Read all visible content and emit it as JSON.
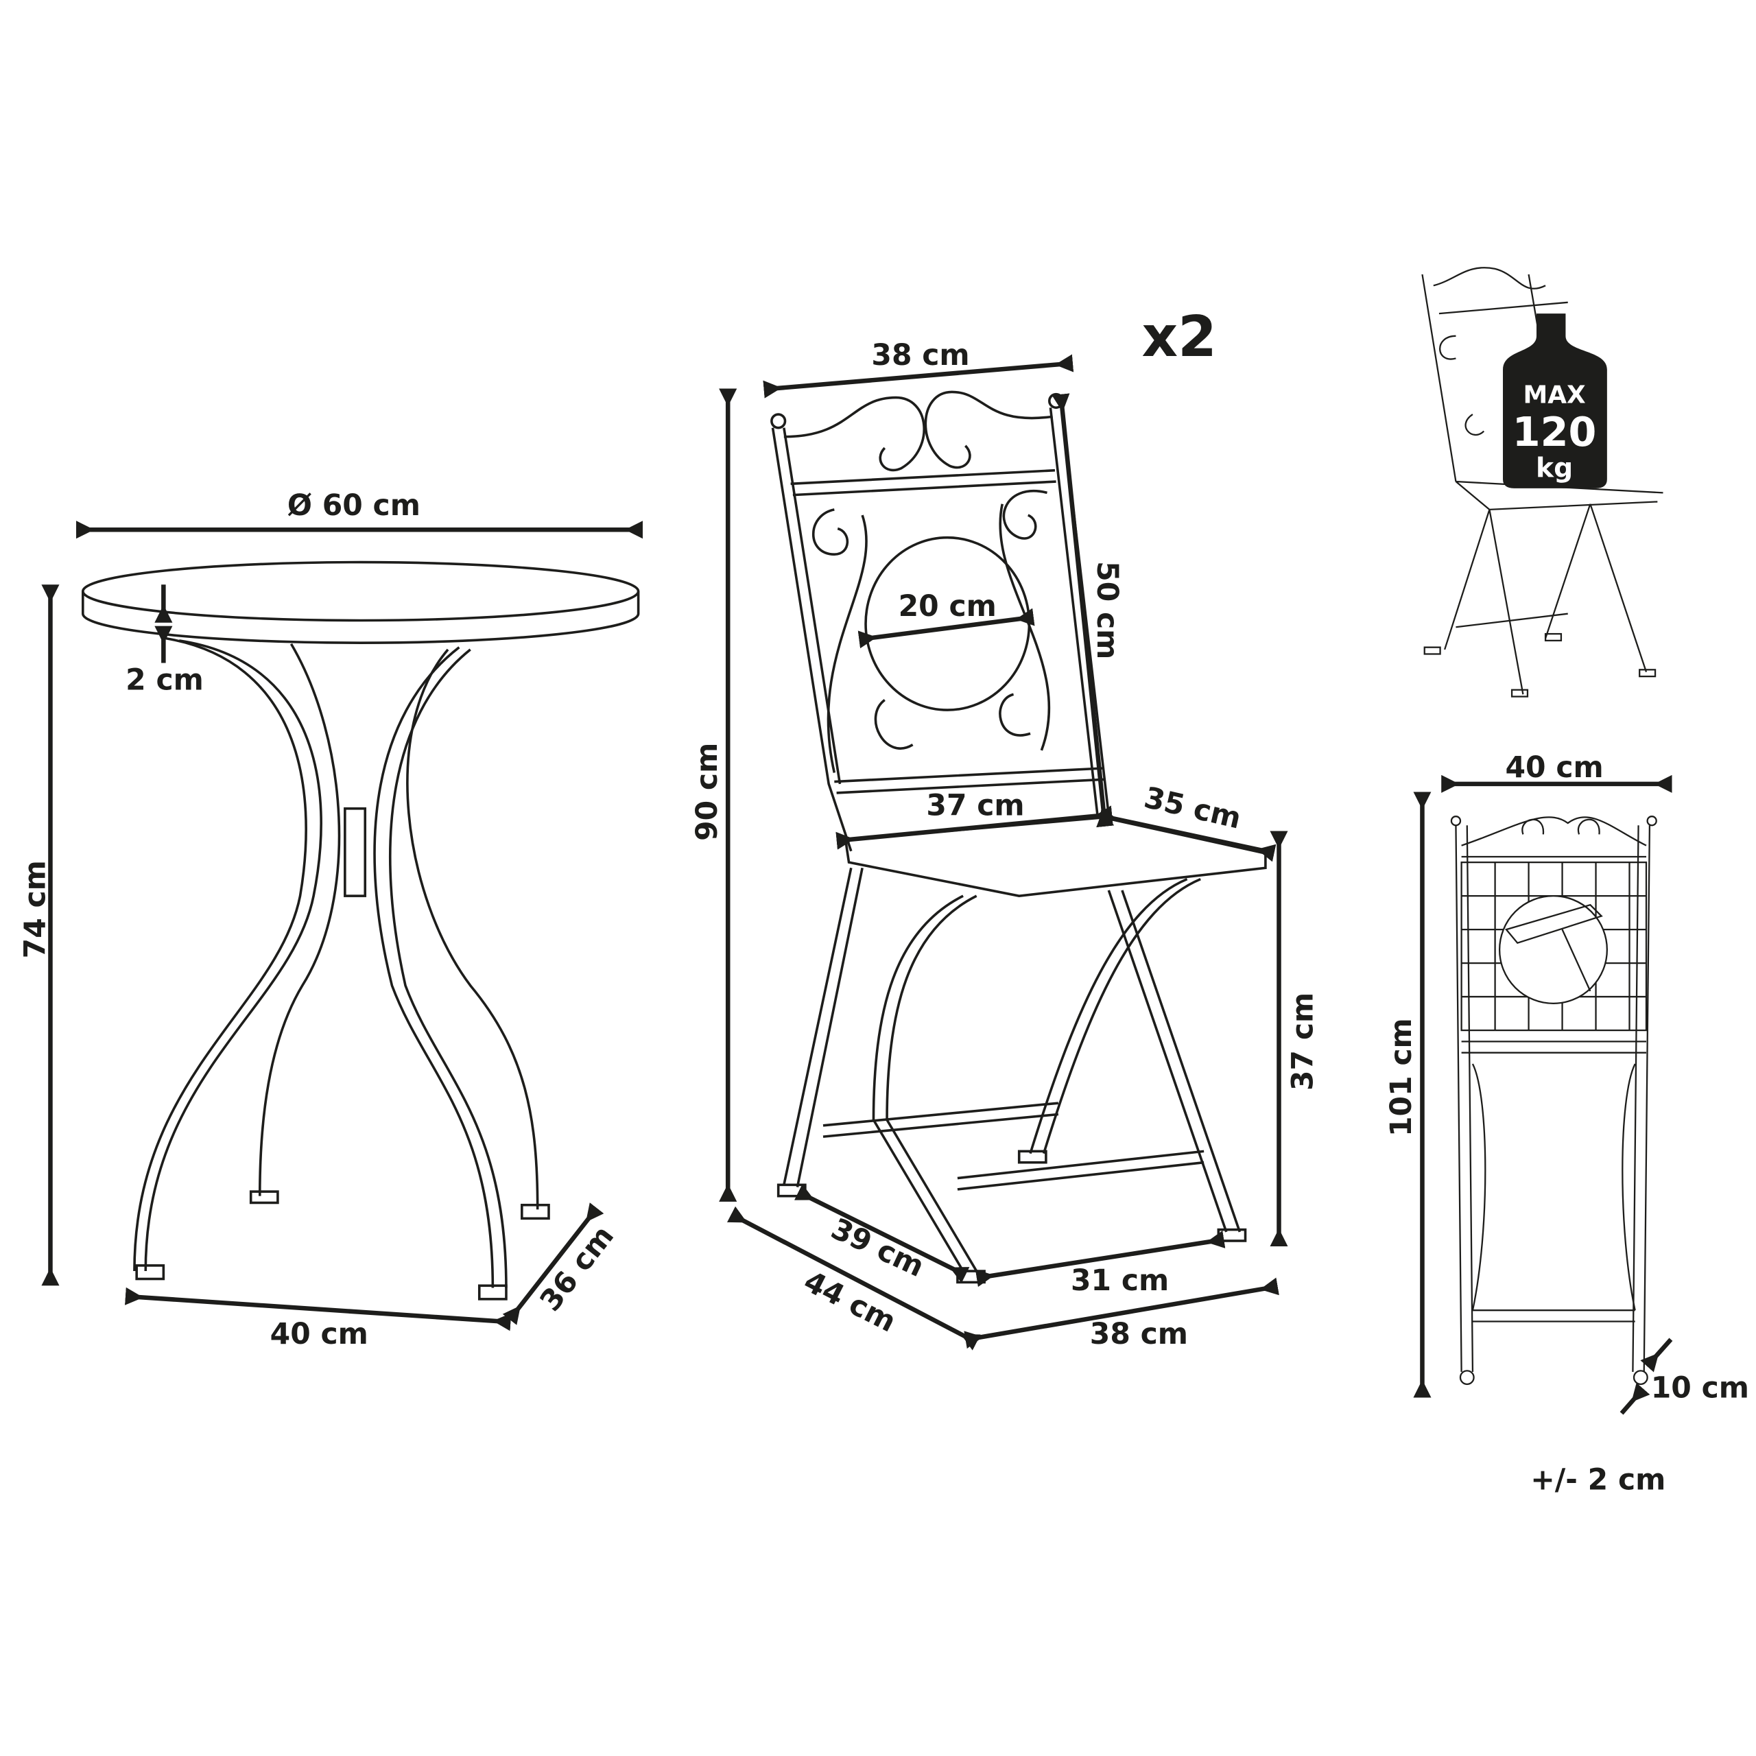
{
  "table": {
    "diameter": "Ø 60 cm",
    "top_thickness": "2 cm",
    "height": "74 cm",
    "base_width": "40 cm",
    "base_depth": "36 cm"
  },
  "chair": {
    "quantity": "x2",
    "back_width": "38 cm",
    "total_height": "90 cm",
    "back_height": "50 cm",
    "medallion_diameter": "20 cm",
    "seat_width": "37 cm",
    "seat_depth": "35 cm",
    "seat_height": "37 cm",
    "inner_depth": "39 cm",
    "inner_width": "31 cm",
    "base_depth": "44 cm",
    "base_width": "38 cm"
  },
  "load": {
    "line1": "MAX",
    "line2": "120",
    "line3": "kg"
  },
  "folded": {
    "width": "40 cm",
    "height": "101 cm",
    "depth": "10 cm"
  },
  "tolerance": "+/- 2 cm"
}
